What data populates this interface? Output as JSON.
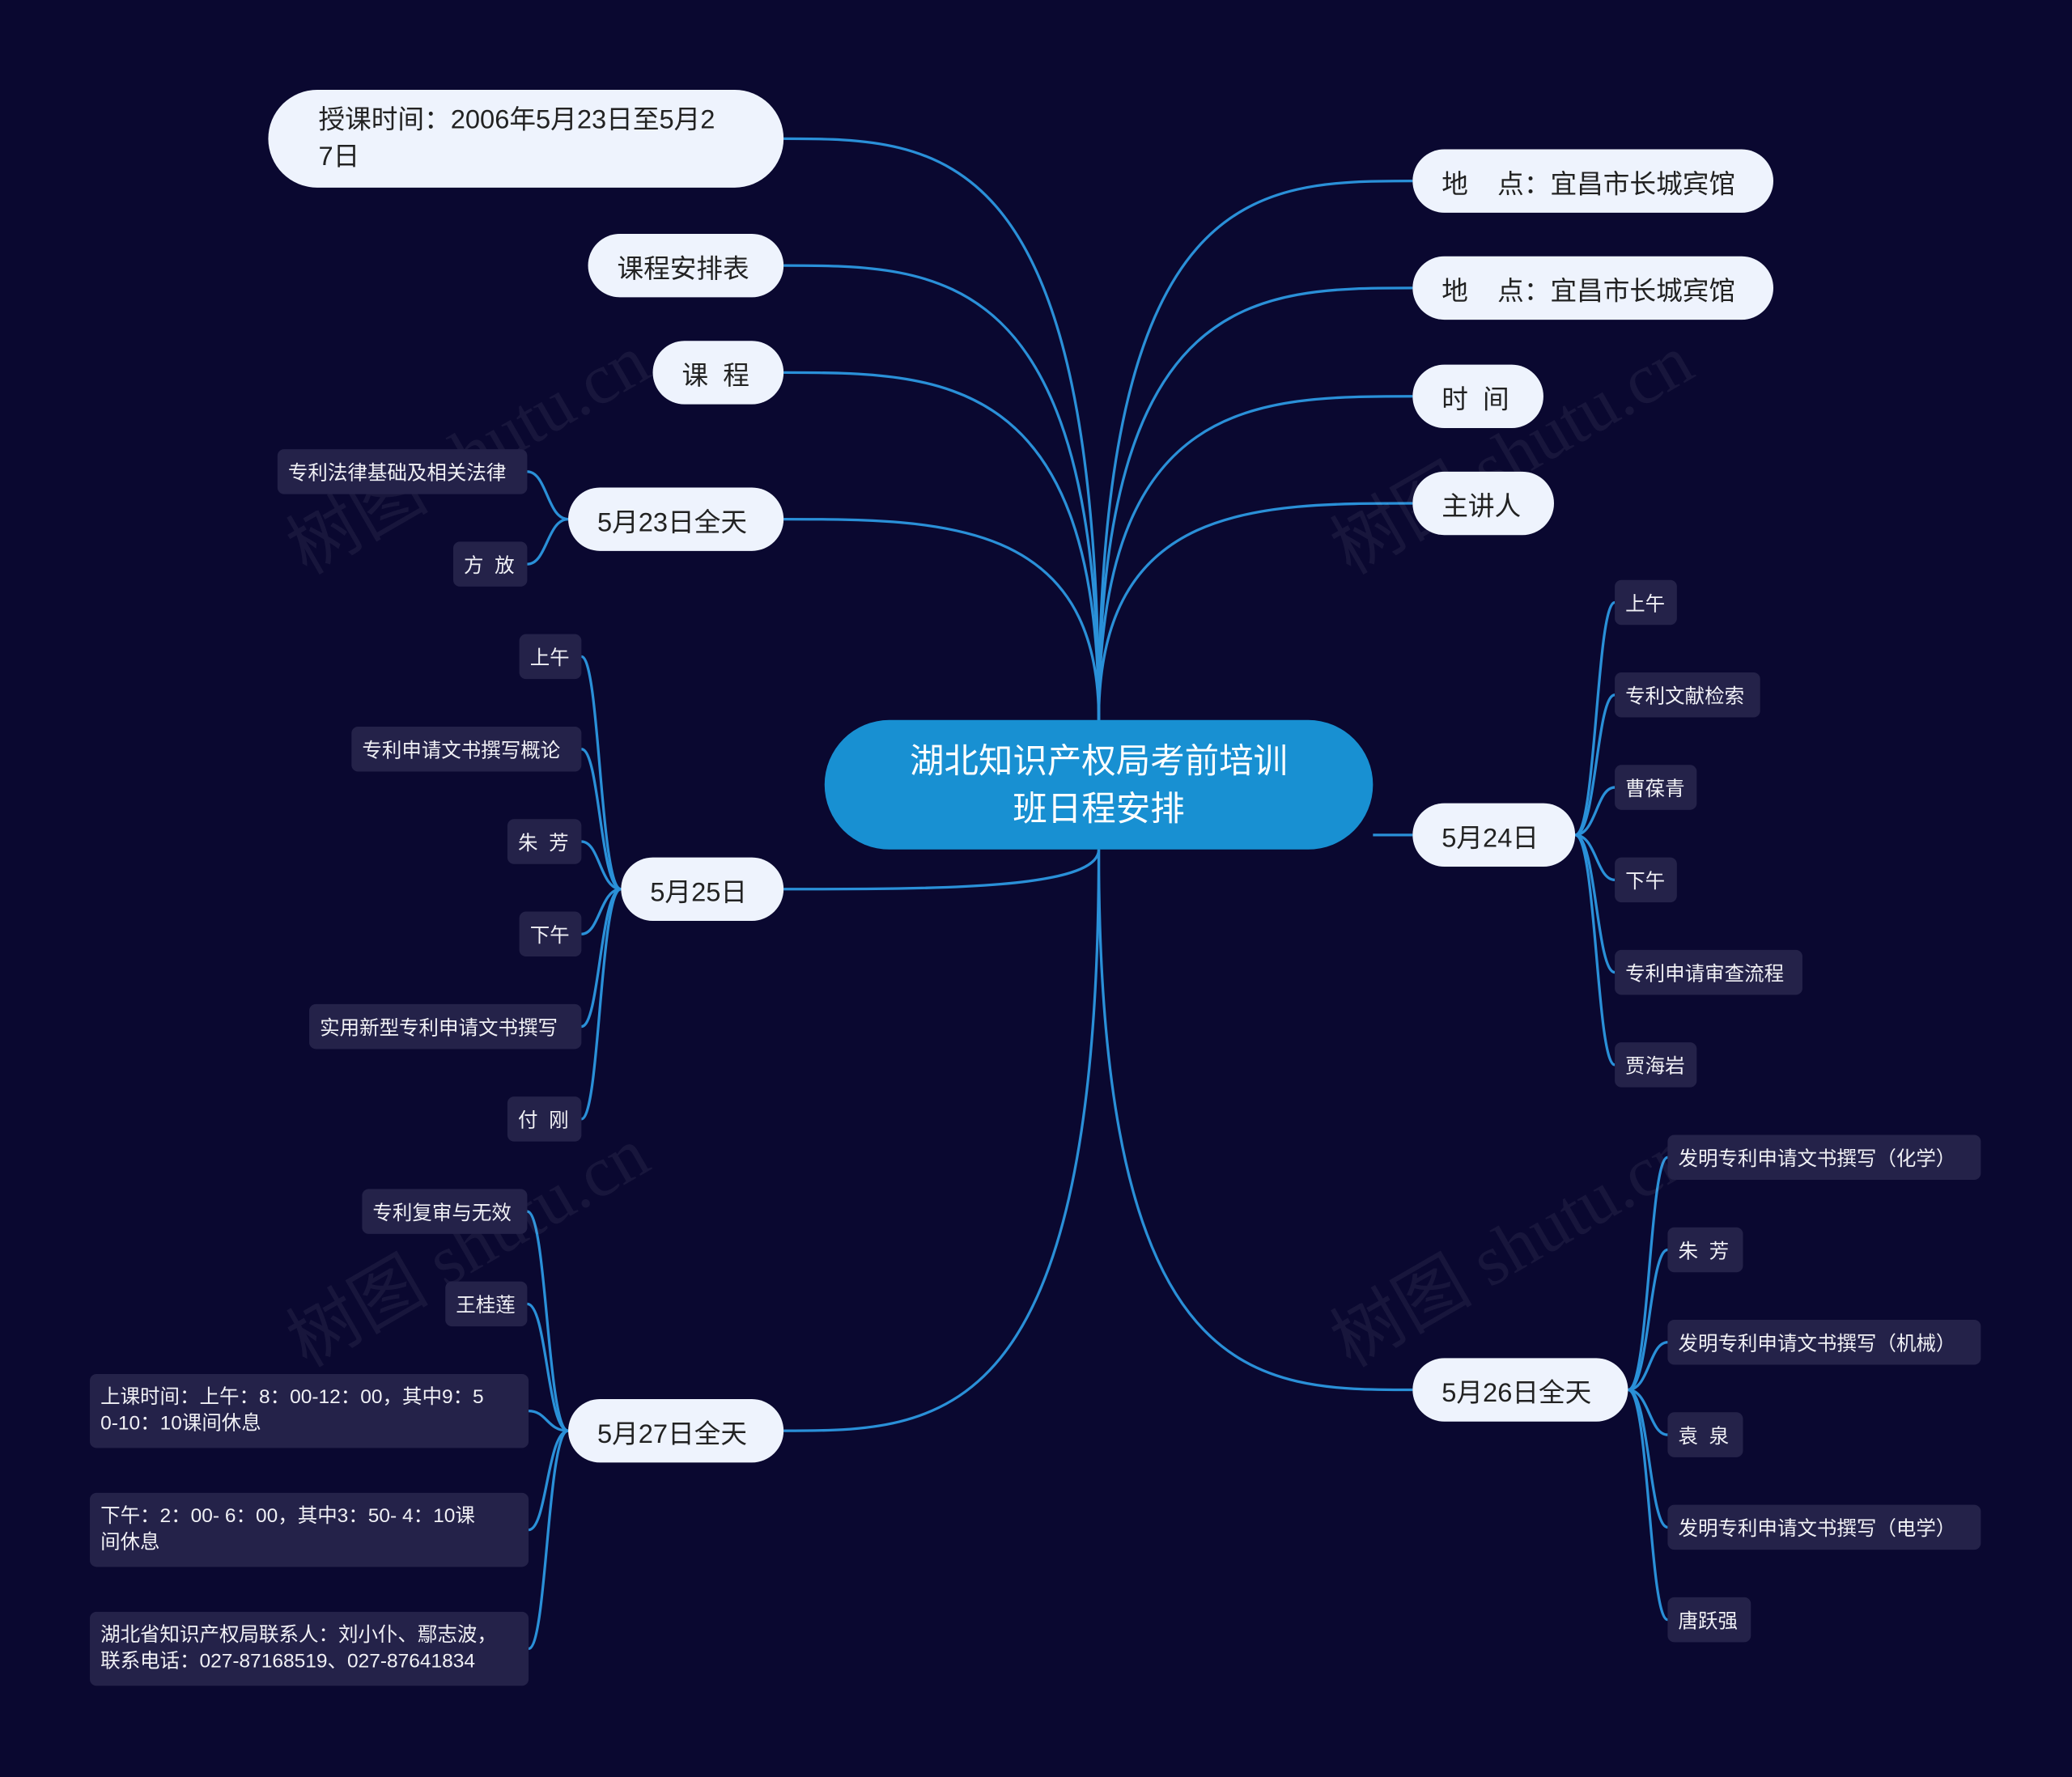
{
  "watermark": "树图 shutu.cn",
  "center": "湖北知识产权局考前培训\n班日程安排",
  "left": {
    "time": "授课时间：2006年5月23日至5月2\n7日",
    "schedule": "课程安排表",
    "course": "课  程",
    "may23": {
      "label": "5月23日全天",
      "items": [
        "专利法律基础及相关法律",
        "方  放"
      ]
    },
    "may25": {
      "label": "5月25日",
      "items": [
        "上午",
        "专利申请文书撰写概论",
        "朱  芳",
        "下午",
        "实用新型专利申请文书撰写",
        "付  刚"
      ]
    },
    "may27": {
      "label": "5月27日全天",
      "items": [
        "专利复审与无效",
        "王桂莲",
        "上课时间：上午：8：00-12：00，其中9：5\n0-10：10课间休息",
        "下午：2：00- 6：00，其中3：50- 4：10课\n间休息",
        "湖北省知识产权局联系人：刘小仆、鄢志波，\n联系电话：027-87168519、027-87641834"
      ]
    }
  },
  "right": {
    "place1": "地    点：宜昌市长城宾馆",
    "place2": "地    点：宜昌市长城宾馆",
    "time": "时  间",
    "speaker": "主讲人",
    "may24": {
      "label": "5月24日",
      "items": [
        "上午",
        "专利文献检索",
        "曹葆青",
        "下午",
        "专利申请审查流程",
        "贾海岩"
      ]
    },
    "may26": {
      "label": "5月26日全天",
      "items": [
        "发明专利申请文书撰写（化学）",
        "朱  芳",
        "发明专利申请文书撰写（机械）",
        "袁  泉",
        "发明专利申请文书撰写（电学）",
        "唐跃强"
      ]
    }
  }
}
